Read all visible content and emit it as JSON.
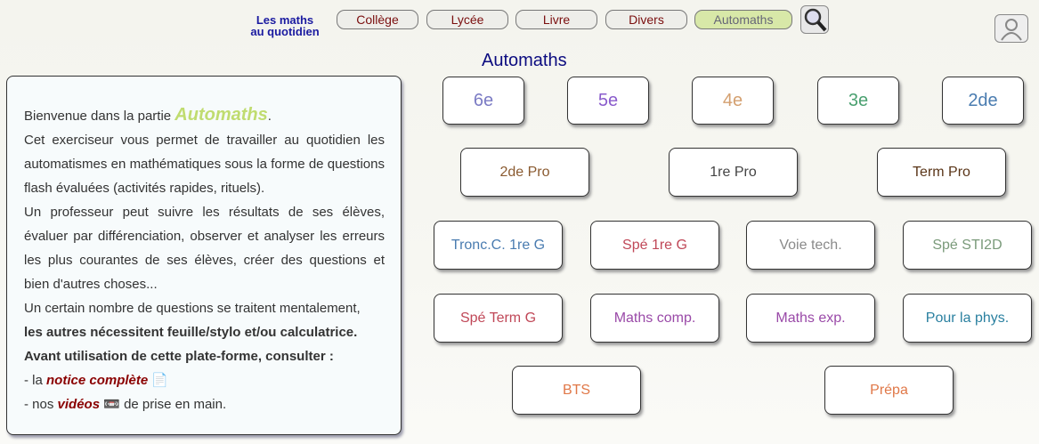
{
  "logo": {
    "line1": "Les maths",
    "line2": "au quotidien"
  },
  "nav": [
    "Collège",
    "Lycée",
    "Livre",
    "Divers",
    "Automaths"
  ],
  "page_title": "Automaths",
  "intro": {
    "welcome": "Bienvenue dans la partie ",
    "brand": "Automaths",
    "dot": ".",
    "p1": "Cet exerciseur vous permet de travailler au quotidien les automatismes en mathématiques sous la forme de questions flash évaluées (activités rapides, rituels).",
    "p2": "Un professeur peut suivre les résultats de ses élèves, évaluer par différenciation, observer et analyser les erreurs les plus courantes de ses élèves, créer des questions et bien d'autres choses...",
    "p3": "Un certain nombre de questions se traitent mentalement,",
    "p3b": "les autres nécessitent feuille/stylo et/ou calculatrice.",
    "p4": "Avant utilisation de cette plate-forme, consulter :",
    "l1_pre": "- la ",
    "l1_link": "notice complète",
    "l2_pre": "- nos ",
    "l2_link": "vidéos",
    "l2_post": " de prise en main."
  },
  "levels": [
    {
      "label": "6e",
      "color": "#7b7bc4"
    },
    {
      "label": "5e",
      "color": "#8a5ccc"
    },
    {
      "label": "4e",
      "color": "#d4a070"
    },
    {
      "label": "3e",
      "color": "#4aa070"
    },
    {
      "label": "2de",
      "color": "#4a7cb0"
    },
    {
      "label": "2de Pro",
      "color": "#8a5a30"
    },
    {
      "label": "1re Pro",
      "color": "#444444"
    },
    {
      "label": "Term Pro",
      "color": "#5a3518"
    },
    {
      "label": "Tronc.C. 1re G",
      "color": "#4a7cb0"
    },
    {
      "label": "Spé 1re G",
      "color": "#c04858"
    },
    {
      "label": "Voie tech.",
      "color": "#8a8a8a"
    },
    {
      "label": "Spé STI2D",
      "color": "#7a9a7a"
    },
    {
      "label": "Spé Term G",
      "color": "#c04858"
    },
    {
      "label": "Maths comp.",
      "color": "#9a4aa8"
    },
    {
      "label": "Maths exp.",
      "color": "#9a4aa8"
    },
    {
      "label": "Pour la phys.",
      "color": "#2a80a0"
    },
    {
      "label": "BTS",
      "color": "#e07848"
    },
    {
      "label": "Prépa",
      "color": "#e07848"
    }
  ]
}
